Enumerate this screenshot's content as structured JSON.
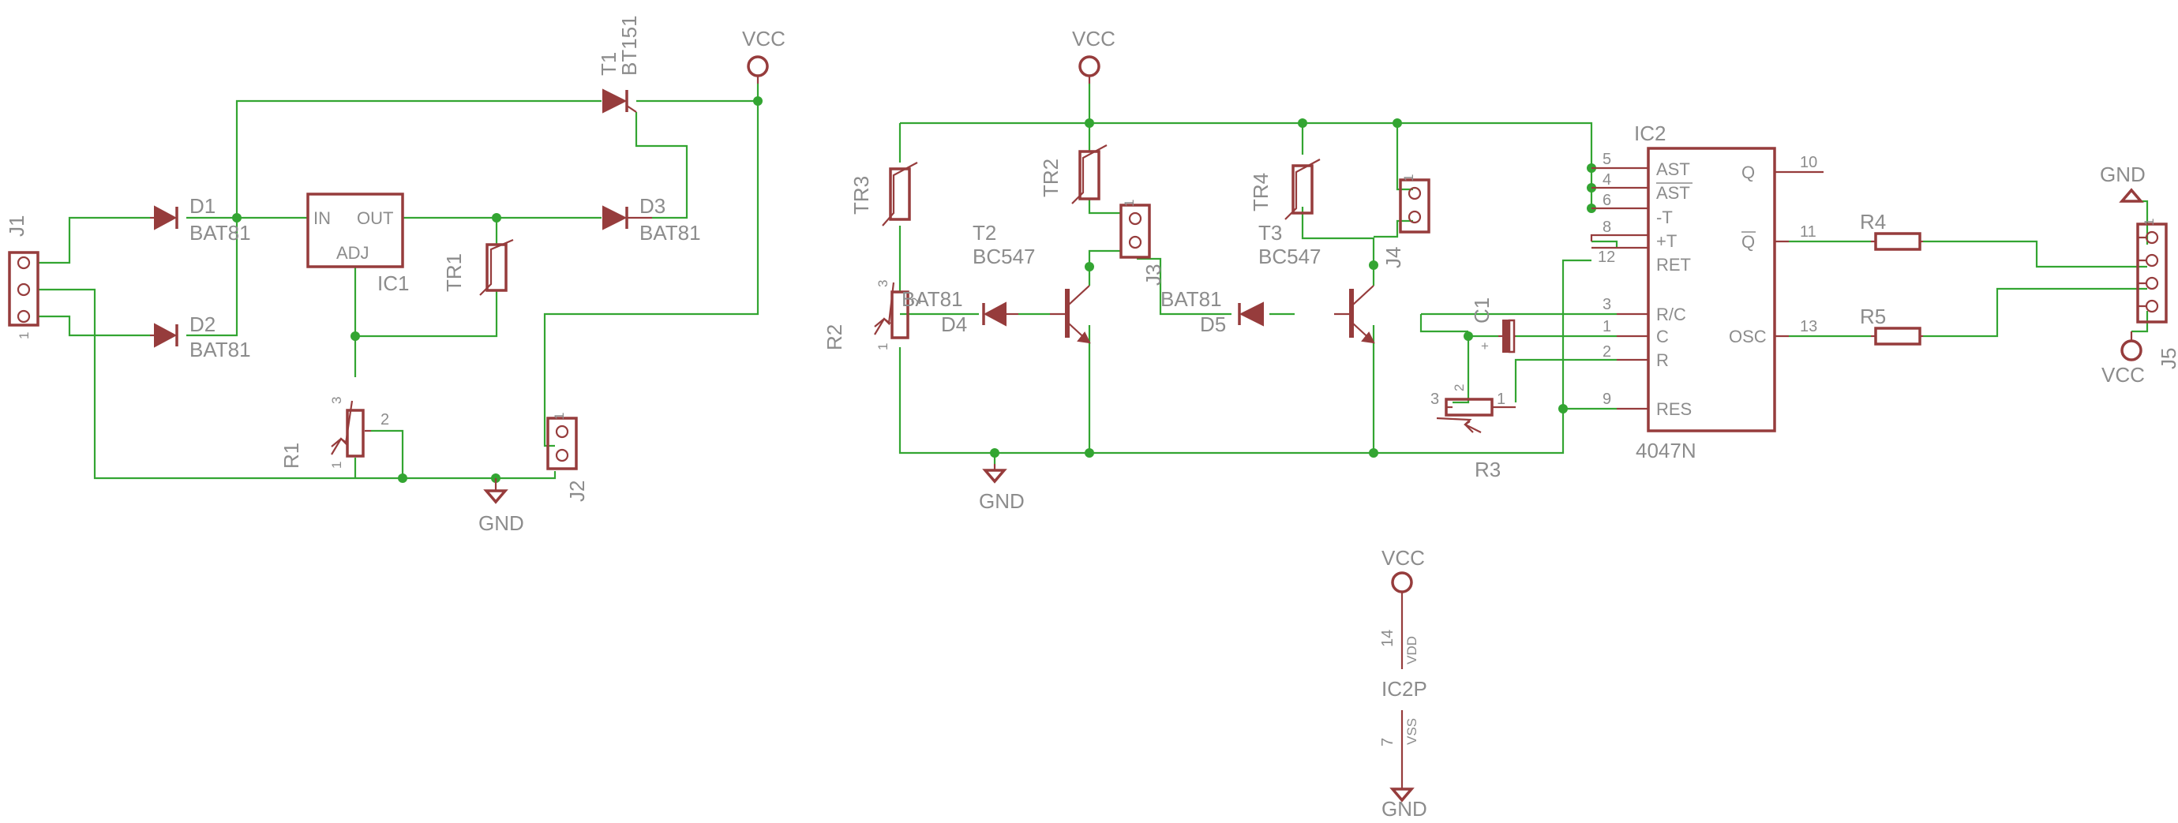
{
  "schematic": {
    "colors": {
      "wire": "#33a532",
      "symbol": "#963c3c",
      "text": "#8c8c8c",
      "background": "#ffffff"
    },
    "supplies": {
      "vcc": "VCC",
      "gnd": "GND"
    },
    "connectors": {
      "j1": "J1",
      "j1_pin1": "1",
      "j2": "J2",
      "j2_pin1": "1",
      "j3": "J3",
      "j3_pin1": "1",
      "j4": "J4",
      "j4_pin1": "1",
      "j5": "J5",
      "j5_pin1": "1"
    },
    "diodes": {
      "d1": "D1",
      "d2": "D2",
      "d3": "D3",
      "d4": "D4",
      "d5": "D5",
      "value": "BAT81"
    },
    "thyristor": {
      "name": "T1",
      "value": "BT151"
    },
    "regulator": {
      "name": "IC1",
      "pin_in": "IN",
      "pin_out": "OUT",
      "pin_adj": "ADJ"
    },
    "thermistors": {
      "tr1": "TR1",
      "tr2": "TR2",
      "tr3": "TR3",
      "tr4": "TR4",
      "tr2_pin1": "1"
    },
    "potentiometers": {
      "r1": "R1",
      "r2": "R2",
      "r3": "R3",
      "p1": "1",
      "p2": "2",
      "p3": "3"
    },
    "resistors": {
      "r4": "R4",
      "r5": "R5"
    },
    "capacitor": {
      "name": "C1",
      "plus": "+"
    },
    "transistors": {
      "t2": "T2",
      "t3": "T3",
      "value": "BC547"
    },
    "ic2": {
      "name": "IC2",
      "value": "4047N",
      "left_pins": [
        {
          "num": "5",
          "label": "AST"
        },
        {
          "num": "4",
          "label": "AST"
        },
        {
          "num": "6",
          "label": "-T"
        },
        {
          "num": "8",
          "label": "+T"
        },
        {
          "num": "12",
          "label": "RET"
        },
        {
          "num": "3",
          "label": "R/C"
        },
        {
          "num": "1",
          "label": "C"
        },
        {
          "num": "2",
          "label": "R"
        },
        {
          "num": "9",
          "label": "RES"
        }
      ],
      "right_pins": [
        {
          "num": "10",
          "label": "Q"
        },
        {
          "num": "11",
          "label": "Q"
        },
        {
          "num": "13",
          "label": "OSC"
        }
      ]
    },
    "ic2p": {
      "name": "IC2P",
      "pin_vdd_num": "14",
      "pin_vdd": "VDD",
      "pin_vss_num": "7",
      "pin_vss": "VSS"
    }
  }
}
